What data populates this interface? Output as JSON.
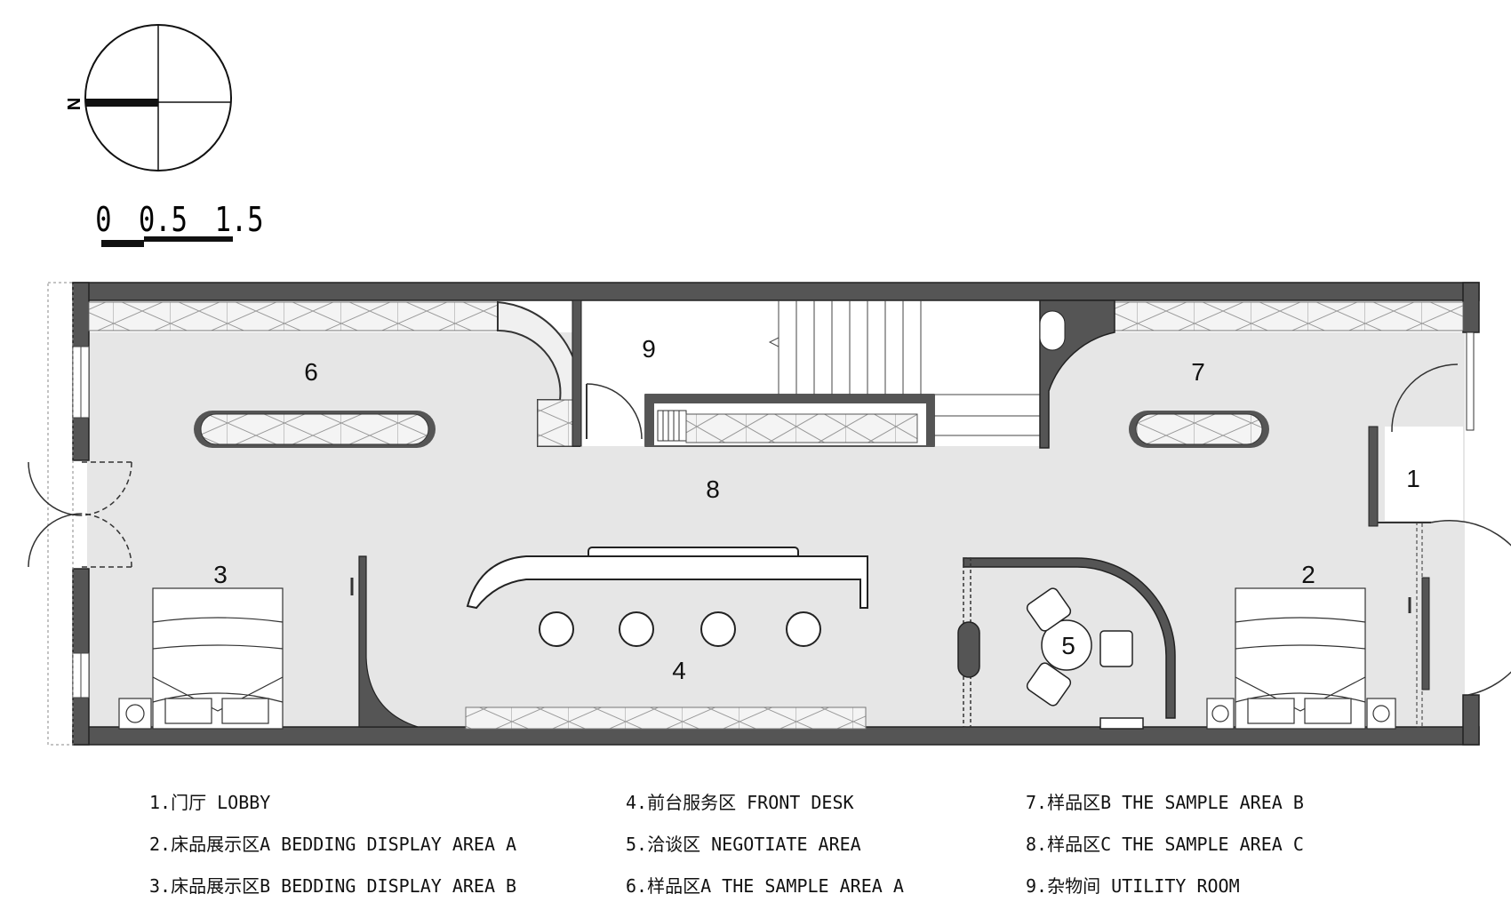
{
  "compass": {
    "north_label": "N"
  },
  "scale": {
    "ticks": [
      "0",
      "0.5",
      "1.5"
    ]
  },
  "room_numbers": [
    "1",
    "2",
    "3",
    "4",
    "5",
    "6",
    "7",
    "8",
    "9"
  ],
  "legend": [
    [
      "1.门厅 LOBBY",
      "2.床品展示区A BEDDING DISPLAY AREA A",
      "3.床品展示区B BEDDING DISPLAY AREA B"
    ],
    [
      "4.前台服务区 FRONT DESK",
      "5.洽谈区 NEGOTIATE AREA",
      "6.样品区A THE SAMPLE AREA A"
    ],
    [
      "7.样品区B THE SAMPLE AREA B",
      "8.样品区C THE SAMPLE AREA C",
      "9.杂物间 UTILITY ROOM"
    ]
  ],
  "colors": {
    "wall": "#555555",
    "floor": "#e6e6e6",
    "line": "#222222",
    "dark": "#333333"
  }
}
